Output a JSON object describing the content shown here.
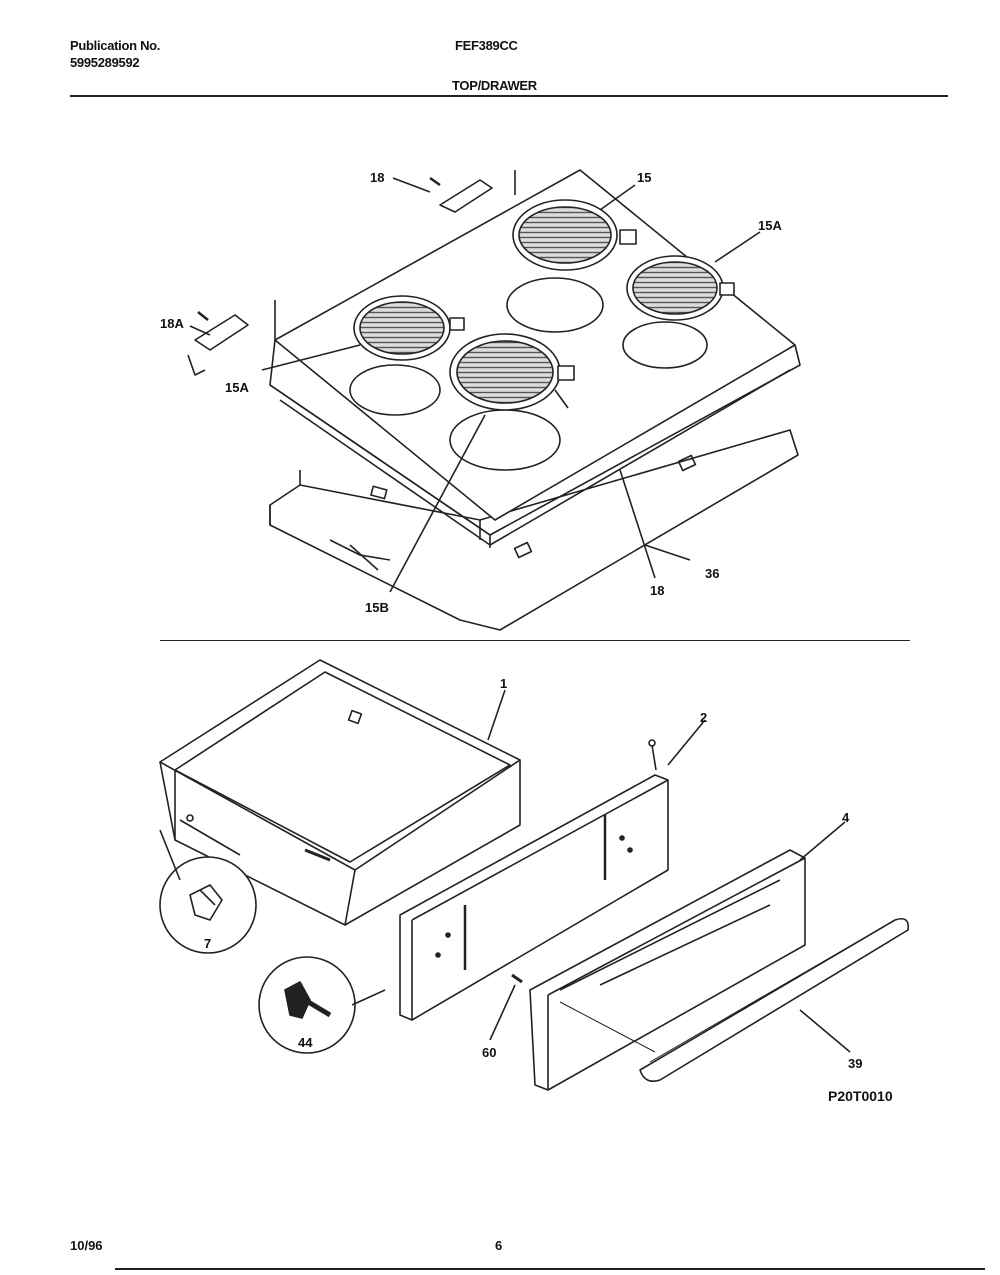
{
  "header": {
    "publication_label": "Publication No.",
    "publication_number": "5995289592",
    "model": "FEF389CC",
    "section": "TOP/DRAWER"
  },
  "footer": {
    "date": "10/96",
    "page": "6"
  },
  "figure_code": "P20T0010",
  "callouts": {
    "c18": "18",
    "c15": "15",
    "c15a_right": "15A",
    "c18a": "18A",
    "c15a_left": "15A",
    "c15b": "15B",
    "c18_bottom": "18",
    "c36": "36",
    "c1": "1",
    "c2": "2",
    "c4": "4",
    "c7": "7",
    "c44": "44",
    "c60": "60",
    "c39": "39"
  }
}
